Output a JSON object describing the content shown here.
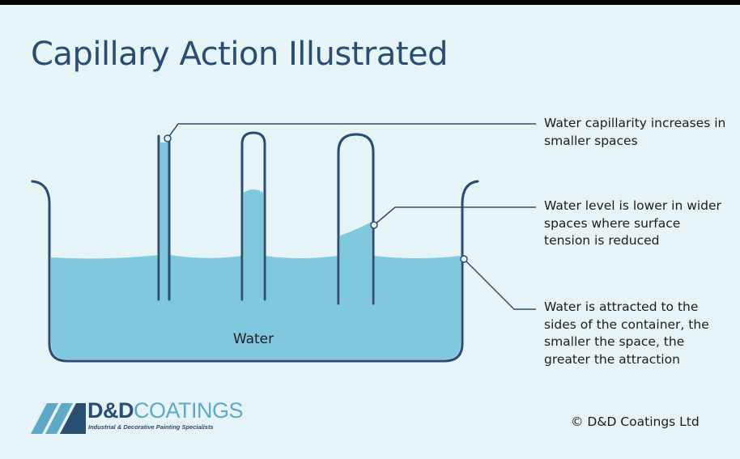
{
  "title": "Capillary Action Illustrated",
  "diagram": {
    "water_label": "Water",
    "callouts": [
      "Water capillarity increases in smaller spaces",
      "Water level is lower in wider spaces where surface tension is reduced",
      "Water is attracted to the sides of the container, the smaller the space, the greater the attraction"
    ],
    "colors": {
      "water": "#7fc8dd",
      "outline": "#2a4e72",
      "background": "#e6f3f7"
    }
  },
  "logo": {
    "name_bold": "D&D",
    "name_light": "COATINGS",
    "tagline": "Industrial & Decorative Painting Specialists",
    "colors": {
      "dark": "#2a4e72",
      "light": "#5ea9c7"
    }
  },
  "copyright": "© D&D Coatings Ltd"
}
